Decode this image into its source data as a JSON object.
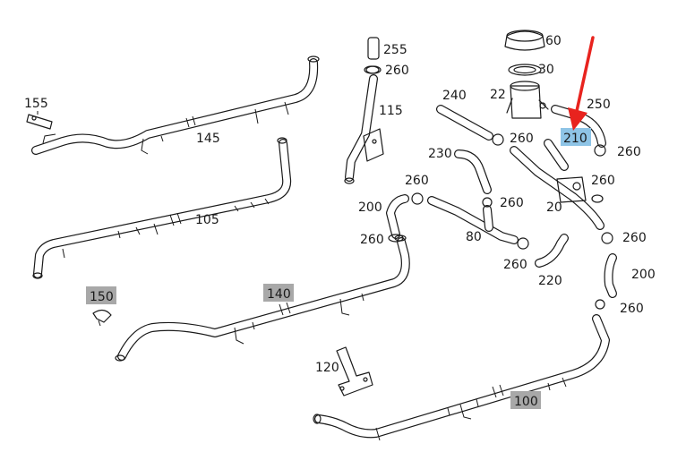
{
  "colors": {
    "line": "#1a1a1a",
    "label_grey_bg": "#a8a8a8",
    "label_blue_bg": "#8ec4e6",
    "arrow": "#e8231e"
  },
  "labels": {
    "p255": "255",
    "p260_a": "260",
    "p115": "115",
    "p155": "155",
    "p145": "145",
    "p105": "105",
    "p60": "60",
    "p30": "30",
    "p22": "22",
    "p240": "240",
    "p250": "250",
    "p210": "210",
    "p260_b": "260",
    "p260_c": "260",
    "p230": "230",
    "p260_d": "260",
    "p260_e": "260",
    "p20": "20",
    "p200_a": "200",
    "p260_f": "260",
    "p260_g": "260",
    "p80": "80",
    "p260_h": "260",
    "p220": "220",
    "p260_i": "260",
    "p200_b": "200",
    "p260_j": "260",
    "p150": "150",
    "p140": "140",
    "p120": "120",
    "p100": "100"
  }
}
